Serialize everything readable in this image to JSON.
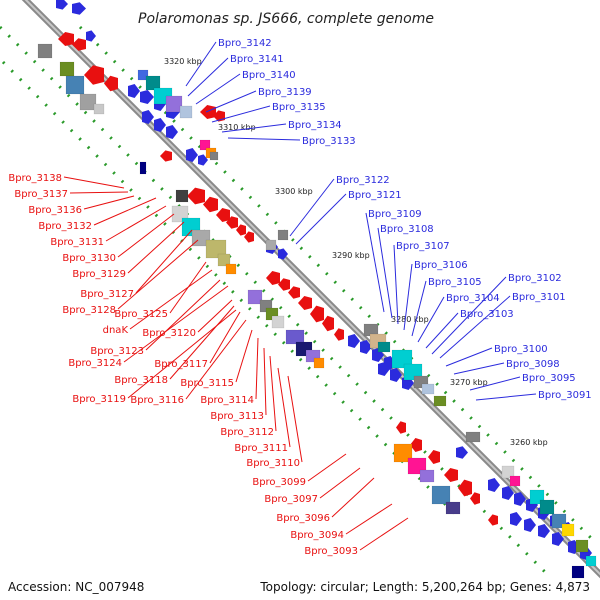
{
  "title": "Polaromonas sp. JS666, complete genome",
  "footer": {
    "accession": "Accession: NC_007948",
    "summary": "Topology: circular; Length: 5,200,264 bp; Genes: 4,873"
  },
  "colors": {
    "backbone": "#7a7a7a",
    "forward": "#2b2bdd",
    "reverse": "#e81010",
    "scale": "#2a9a2a"
  },
  "scale_marks": [
    {
      "label": "3320 kbp",
      "kbp": 3320
    },
    {
      "label": "3310 kbp",
      "kbp": 3310
    },
    {
      "label": "3300 kbp",
      "kbp": 3300
    },
    {
      "label": "3290 kbp",
      "kbp": 3290
    },
    {
      "label": "3280 kbp",
      "kbp": 3280
    },
    {
      "label": "3270 kbp",
      "kbp": 3270
    },
    {
      "label": "3260 kbp",
      "kbp": 3260
    }
  ],
  "forward_labels": [
    "Bpro_3142",
    "Bpro_3141",
    "Bpro_3140",
    "Bpro_3139",
    "Bpro_3135",
    "Bpro_3134",
    "Bpro_3133",
    "Bpro_3122",
    "Bpro_3121",
    "Bpro_3109",
    "Bpro_3108",
    "Bpro_3107",
    "Bpro_3106",
    "Bpro_3105",
    "Bpro_3104",
    "Bpro_3103",
    "Bpro_3102",
    "Bpro_3101",
    "Bpro_3100",
    "Bpro_3098",
    "Bpro_3095",
    "Bpro_3091"
  ],
  "reverse_labels": [
    "Bpro_3138",
    "Bpro_3137",
    "Bpro_3136",
    "Bpro_3132",
    "Bpro_3131",
    "Bpro_3130",
    "Bpro_3129",
    "Bpro_3127",
    "Bpro_3128",
    "Bpro_3125",
    "dnaK",
    "Bpro_3120",
    "Bpro_3123",
    "Bpro_3124",
    "Bpro_3117",
    "Bpro_3118",
    "Bpro_3119",
    "Bpro_3115",
    "Bpro_3116",
    "Bpro_3114",
    "Bpro_3113",
    "Bpro_3112",
    "Bpro_3111",
    "Bpro_3110",
    "Bpro_3099",
    "Bpro_3097",
    "Bpro_3096",
    "Bpro_3094",
    "Bpro_3093"
  ]
}
